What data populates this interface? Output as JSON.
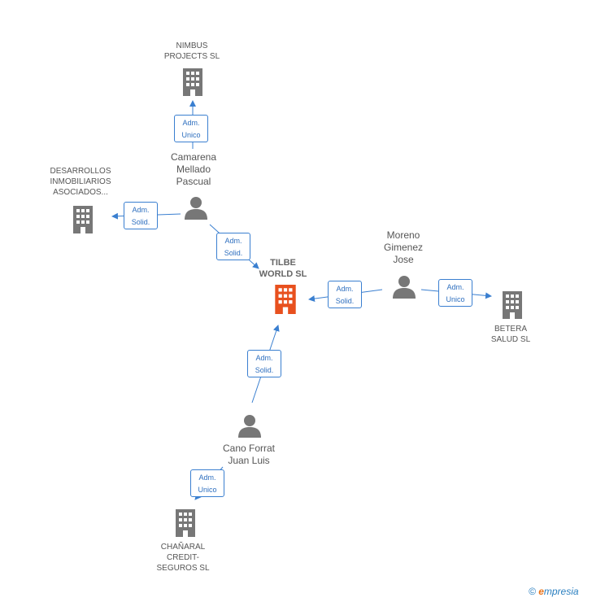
{
  "nodes": {
    "main": {
      "label": "TILBE\nWORLD SL",
      "icon": "building-icon",
      "color": "#e8501e"
    },
    "nimbus": {
      "label": "NIMBUS\nPROJECTS SL",
      "icon": "building-icon"
    },
    "desarrollos": {
      "label": "DESARROLLOS\nINMOBILIARIOS\nASOCIADOS...",
      "icon": "building-icon"
    },
    "betera": {
      "label": "BETERA\nSALUD SL",
      "icon": "building-icon"
    },
    "chanaral": {
      "label": "CHAÑARAL\nCREDIT-\nSEGUROS SL",
      "icon": "building-icon"
    },
    "camarena": {
      "label": "Camarena\nMellado\nPascual",
      "icon": "person-icon"
    },
    "moreno": {
      "label": "Moreno\nGimenez\nJose",
      "icon": "person-icon"
    },
    "cano": {
      "label": "Cano Forrat\nJuan Luis",
      "icon": "person-icon"
    }
  },
  "edges": {
    "camarena_nimbus": "Adm.\nUnico",
    "camarena_desarrollos": "Adm.\nSolid.",
    "camarena_main": "Adm.\nSolid.",
    "moreno_main": "Adm.\nSolid.",
    "moreno_betera": "Adm.\nUnico",
    "cano_main": "Adm.\nSolid.",
    "cano_chanaral": "Adm.\nUnico"
  },
  "colors": {
    "edge": "#3a7fd0",
    "icon": "#777777",
    "main": "#e8501e"
  },
  "footer": {
    "copyright": "©",
    "brand_first": "e",
    "brand_rest": "mpresia"
  }
}
